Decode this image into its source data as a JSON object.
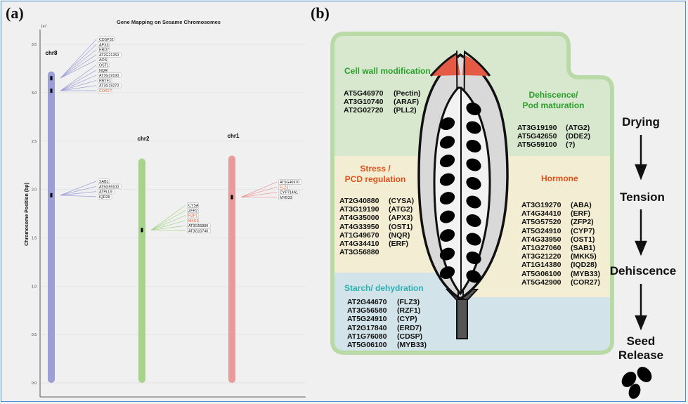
{
  "panel_a": {
    "label": "(a)",
    "chart_data": {
      "type": "scatter",
      "title": "Gene Mapping on Sesame Chromosomes",
      "ylabel": "Chromosome Position (bp)",
      "y_scale_note": "1e7",
      "ylim": [
        -0.15,
        3.75
      ],
      "yticks": [
        "0.0",
        "0.5",
        "1.0",
        "1.5",
        "2.0",
        "2.5",
        "3.0",
        "3.5"
      ],
      "ytick_values": [
        0,
        0.5,
        1.0,
        1.5,
        2.0,
        2.5,
        3.0,
        3.5
      ],
      "grid": true,
      "chromosomes": [
        {
          "name": "chr8",
          "length": 3.22,
          "color": "#9b9fd6",
          "clusters": [
            {
              "position": 3.15,
              "genes": [
                "CDSP32",
                "APX3",
                "ERD7",
                "AT2G21260",
                "AOS"
              ]
            },
            {
              "position": 3.02,
              "genes": [
                "OST1",
                "NQR",
                "AT3G19190",
                "RRTF1",
                "AT3G19270",
                "COR27"
              ]
            },
            {
              "position": 1.94,
              "genes": [
                "SAB1",
                "AT5G59100",
                "ATPLL9",
                "IQD28"
              ]
            }
          ]
        },
        {
          "name": "chr2",
          "length": 2.32,
          "color": "#a6d48a",
          "clusters": [
            {
              "position": 1.58,
              "genes": [
                "CYSA",
                "ZFP2",
                "RZF1",
                "MKK5",
                "AT3G56880",
                "AT3G10740"
              ]
            }
          ]
        },
        {
          "name": "chr1",
          "length": 2.35,
          "color": "#e99a9a",
          "clusters": [
            {
              "position": 1.92,
              "genes": [
                "AT5G46970",
                "FLZ3",
                "CYP714A1",
                "MYB33"
              ]
            }
          ]
        }
      ],
      "highlighted_genes": [
        "COR27",
        "RZF1",
        "MKK5",
        "FLZ3"
      ],
      "highlight_color": "#d2501e"
    }
  },
  "panel_b": {
    "label": "(b)",
    "colors": {
      "green_text": "#2aa02a",
      "orange_text": "#e0501a",
      "teal_text": "#2ab0b0",
      "green_bg": "#d8e8cf",
      "beige_bg": "#f3eed3",
      "blue_bg": "#d3e3ea",
      "border": "#b9d9a6",
      "tip": "#e45a44"
    },
    "cell_wall": {
      "title": "Cell wall modification",
      "genes": [
        [
          "AT5G46970",
          "(Pectin)"
        ],
        [
          "AT3G10740",
          "(ARAF)"
        ],
        [
          "AT2G02720",
          "(PLL2)"
        ]
      ]
    },
    "dehiscence": {
      "title1": "Dehiscence/",
      "title2": "Pod maturation",
      "genes": [
        [
          "AT3G19190",
          "(ATG2)"
        ],
        [
          "AT5G42650",
          "(DDE2)"
        ],
        [
          "AT5G59100",
          "(?)"
        ]
      ]
    },
    "stress": {
      "title1": "Stress /",
      "title2": "PCD regulation",
      "genes": [
        [
          "AT2G40880",
          "(CYSA)"
        ],
        [
          "AT3G19190",
          "(ATG2)"
        ],
        [
          "AT4G35000",
          "(APX3)"
        ],
        [
          "AT4G33950",
          "(OST1)"
        ],
        [
          "AT1G49670",
          "(NQR)"
        ],
        [
          "AT4G34410",
          "(ERF)"
        ],
        [
          "AT3G56880",
          ""
        ]
      ]
    },
    "hormone": {
      "title": "Hormone",
      "genes": [
        [
          "AT3G19270",
          "(ABA)"
        ],
        [
          "AT4G34410",
          "(ERF)"
        ],
        [
          "AT5G57520",
          "(ZFP2)"
        ],
        [
          "AT5G24910",
          "(CYP7)"
        ],
        [
          "AT4G33950",
          "(OST1)"
        ],
        [
          "AT1G27060",
          "(SAB1)"
        ],
        [
          "AT3G21220",
          "(MKK5)"
        ],
        [
          "AT1G14380",
          "(IQD28)"
        ],
        [
          "AT5G06100",
          "(MYB33)"
        ],
        [
          "AT5G42900",
          "(COR27)"
        ]
      ]
    },
    "starch": {
      "title": "Starch/ dehydration",
      "genes": [
        [
          "AT2G44670",
          "(FLZ3)"
        ],
        [
          "AT3G56580",
          "(RZF1)"
        ],
        [
          "AT5G24910",
          "(CYP)"
        ],
        [
          "AT2G17840",
          "(ERD7)"
        ],
        [
          "AT1G76080",
          "(CDSP)"
        ],
        [
          "AT5G06100",
          "(MYB33)"
        ]
      ]
    },
    "flow": {
      "step1": "Drying",
      "step2": "Tension",
      "step3": "Dehiscence",
      "step4a": "Seed",
      "step4b": "Release"
    }
  }
}
